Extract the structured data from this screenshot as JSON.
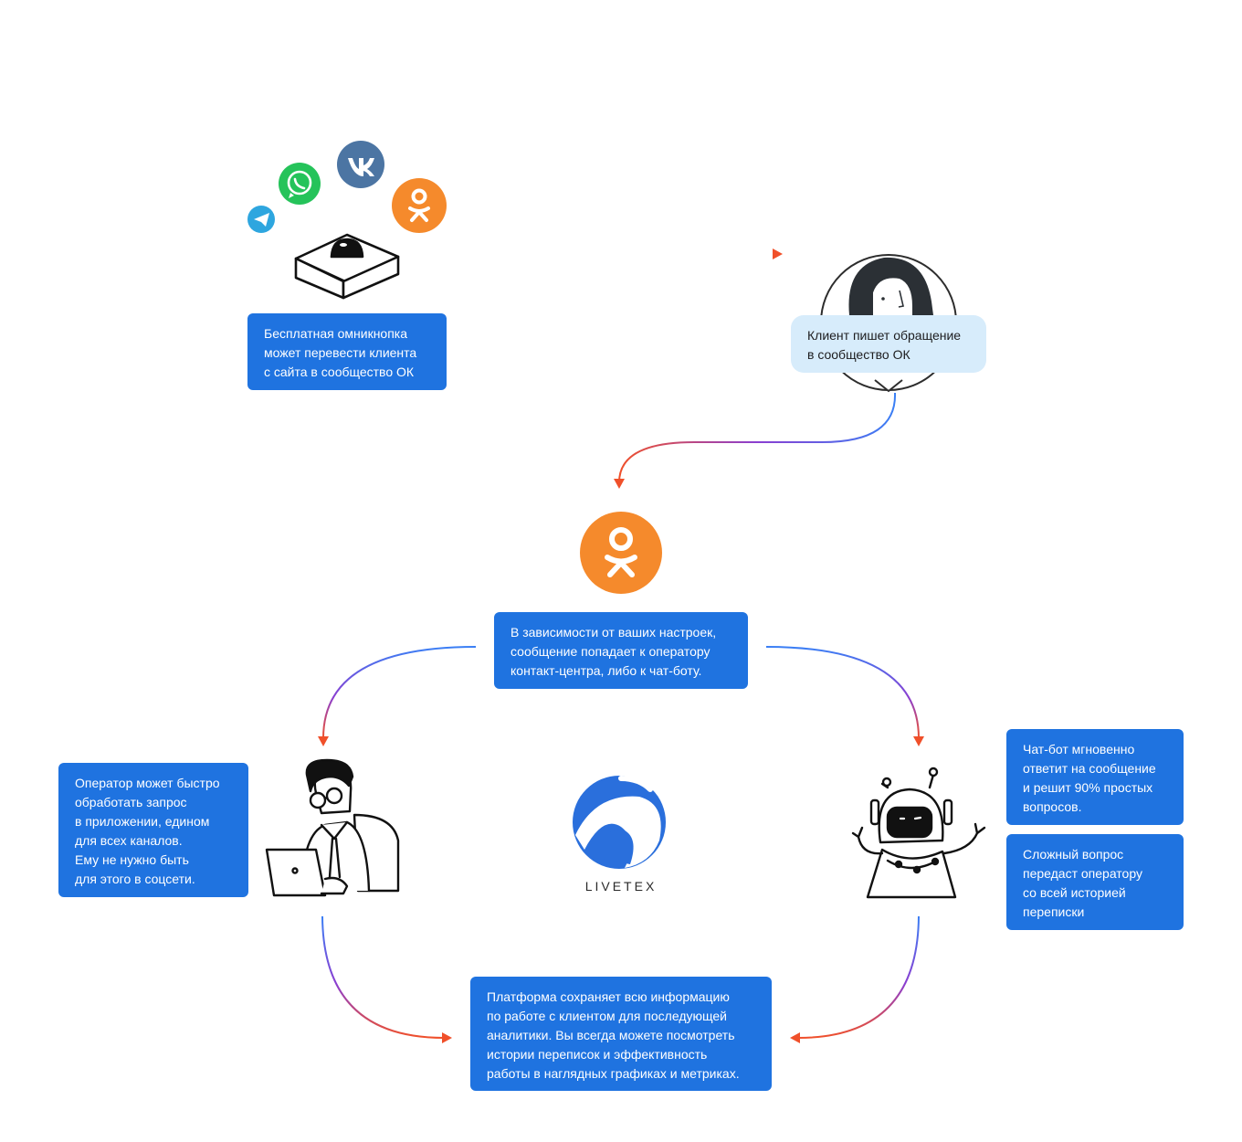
{
  "colors": {
    "primary_box": "#1f73e0",
    "light_box": "#d7ecfb",
    "ok_orange": "#f58a2c",
    "vk_blue": "#4c75a3",
    "whatsapp_green": "#25c35a",
    "telegram_blue": "#2ea6df",
    "arrow_start": "#3a7ff5",
    "arrow_mid": "#8a3fd1",
    "arrow_end": "#f0502a"
  },
  "icons": {
    "messengers": [
      "telegram-icon",
      "whatsapp-icon",
      "vk-icon",
      "ok-icon"
    ],
    "button_device": "omnibutton-icon",
    "client": "client-woman-icon",
    "ok_hub": "ok-icon",
    "operator": "operator-man-icon",
    "bot": "chat-bot-icon",
    "brand": "livetex-logo-icon"
  },
  "nodes": {
    "omnibutton": "Бесплатная омникнопка\nможет перевести клиента\nс сайта в сообщество ОК",
    "client": "Клиент пишет обращение\nв сообщество ОК",
    "routing": "В зависимости от ваших настроек,\nсообщение попадает к оператору\nконтакт-центра, либо к чат-боту.",
    "operator": "Оператор может быстро\nобработать запрос\nв приложении, едином\nдля всех каналов.\nЕму не нужно быть\nдля этого в соцсети.",
    "bot_answer": "Чат-бот мгновенно\nответит на сообщение\nи решит 90% простых\nвопросов.",
    "bot_handoff": "Сложный вопрос\nпередаст оператору\nсо всей историей\nпереписки",
    "platform": "Платформа сохраняет всю информацию\nпо работе с клиентом для последующей\nаналитики. Вы всегда можете посмотреть\nистории переписок и эффективность\nработы в наглядных графиках и метриках."
  },
  "brand": {
    "name": "LIVETEX"
  }
}
